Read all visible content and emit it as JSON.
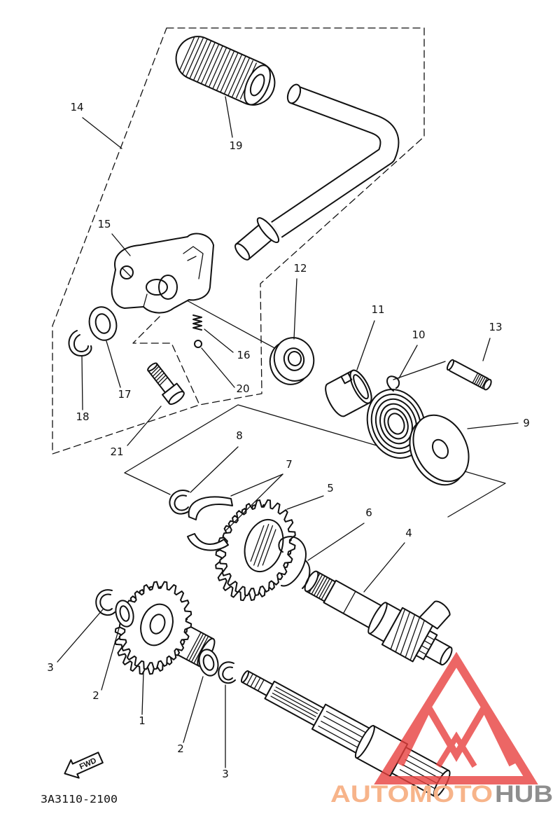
{
  "diagram": {
    "callouts": {
      "part_1": "1",
      "part_2a": "2",
      "part_2b": "2",
      "part_3a": "3",
      "part_3b": "3",
      "part_4": "4",
      "part_5": "5",
      "part_6": "6",
      "part_7": "7",
      "part_8": "8",
      "part_9": "9",
      "part_10": "10",
      "part_11": "11",
      "part_12": "12",
      "part_13": "13",
      "part_14": "14",
      "part_15": "15",
      "part_16": "16",
      "part_17": "17",
      "part_18": "18",
      "part_19": "19",
      "part_20": "20",
      "part_21": "21"
    },
    "fwd_label": "FWD",
    "part_code": "3A3110-2100"
  },
  "watermark": {
    "text_primary": "AUTOMOTO",
    "text_secondary": "HUB"
  },
  "colors": {
    "line": "#111111",
    "background": "#ffffff",
    "watermark_red": "#e8413f",
    "watermark_orange": "#f7b48a",
    "watermark_gray": "#8e8e8e"
  }
}
